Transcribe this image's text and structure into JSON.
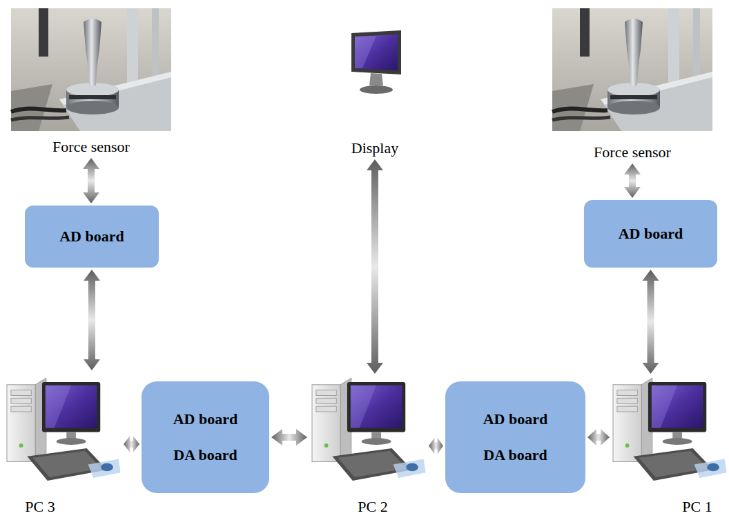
{
  "diagram": {
    "nodes": [
      {
        "text": [
          "Force sensor"
        ]
      },
      {
        "text": [
          "Display"
        ]
      },
      {
        "text": [
          "Force sensor"
        ]
      },
      {
        "text": [
          "AD board"
        ]
      },
      {
        "text": [
          "AD board"
        ]
      },
      {
        "text": [
          "PC 3"
        ]
      },
      {
        "text": [
          "AD board",
          "DA board"
        ]
      },
      {
        "text": [
          "PC 2"
        ]
      },
      {
        "text": [
          "AD board",
          "DA board"
        ]
      },
      {
        "text": [
          "PC 1"
        ]
      }
    ],
    "edges": [
      {
        "from": 0,
        "to": 3,
        "arrow": "both"
      },
      {
        "from": 1,
        "to": 7,
        "arrow": "both"
      },
      {
        "from": 2,
        "to": 4,
        "arrow": "both"
      },
      {
        "from": 3,
        "to": 5,
        "arrow": "both"
      },
      {
        "from": 4,
        "to": 9,
        "arrow": "both"
      },
      {
        "from": 5,
        "to": 6,
        "arrow": "both"
      },
      {
        "from": 6,
        "to": 7,
        "arrow": "both"
      },
      {
        "from": 7,
        "to": 8,
        "arrow": "both"
      },
      {
        "from": 8,
        "to": 9,
        "arrow": "both"
      }
    ]
  }
}
